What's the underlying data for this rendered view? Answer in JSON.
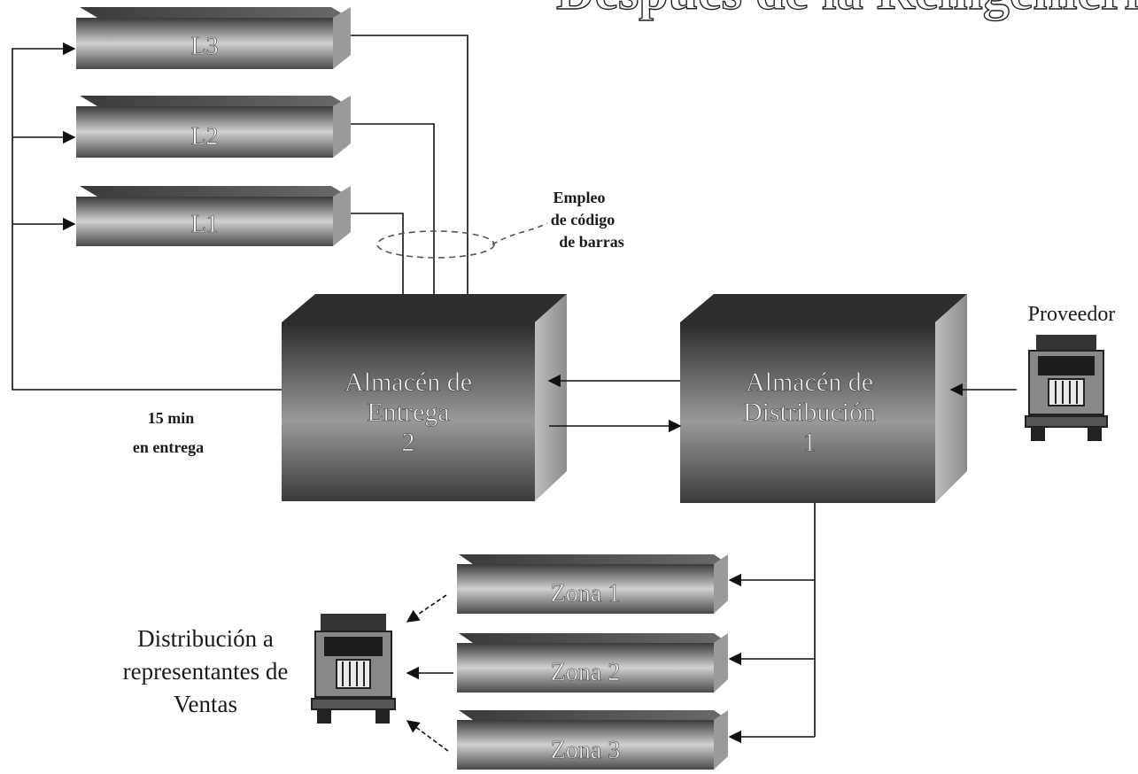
{
  "title": "Después de la Reingeniería",
  "lines": [
    {
      "id": "L3",
      "label": "L3"
    },
    {
      "id": "L2",
      "label": "L2"
    },
    {
      "id": "L1",
      "label": "L1"
    }
  ],
  "barcode_note": [
    "Empleo",
    "de código",
    "de barras"
  ],
  "delivery_warehouse": [
    "Almacén de",
    "Entrega",
    "2"
  ],
  "distribution_warehouse": [
    "Almacén de",
    "Distribución",
    "1"
  ],
  "supplier": "Proveedor",
  "delivery_time": [
    "15 min",
    "en entrega"
  ],
  "zones": [
    {
      "id": "zona-1",
      "label": "Zona 1"
    },
    {
      "id": "zona-2",
      "label": "Zona 2"
    },
    {
      "id": "zona-3",
      "label": "Zona 3"
    }
  ],
  "sales_distribution": [
    "Distribución a",
    "representantes de",
    "Ventas"
  ],
  "colors": {
    "shelf_dark": "#2a2a2a",
    "shelf_light": "#c8c8c8",
    "line": "#111111"
  }
}
